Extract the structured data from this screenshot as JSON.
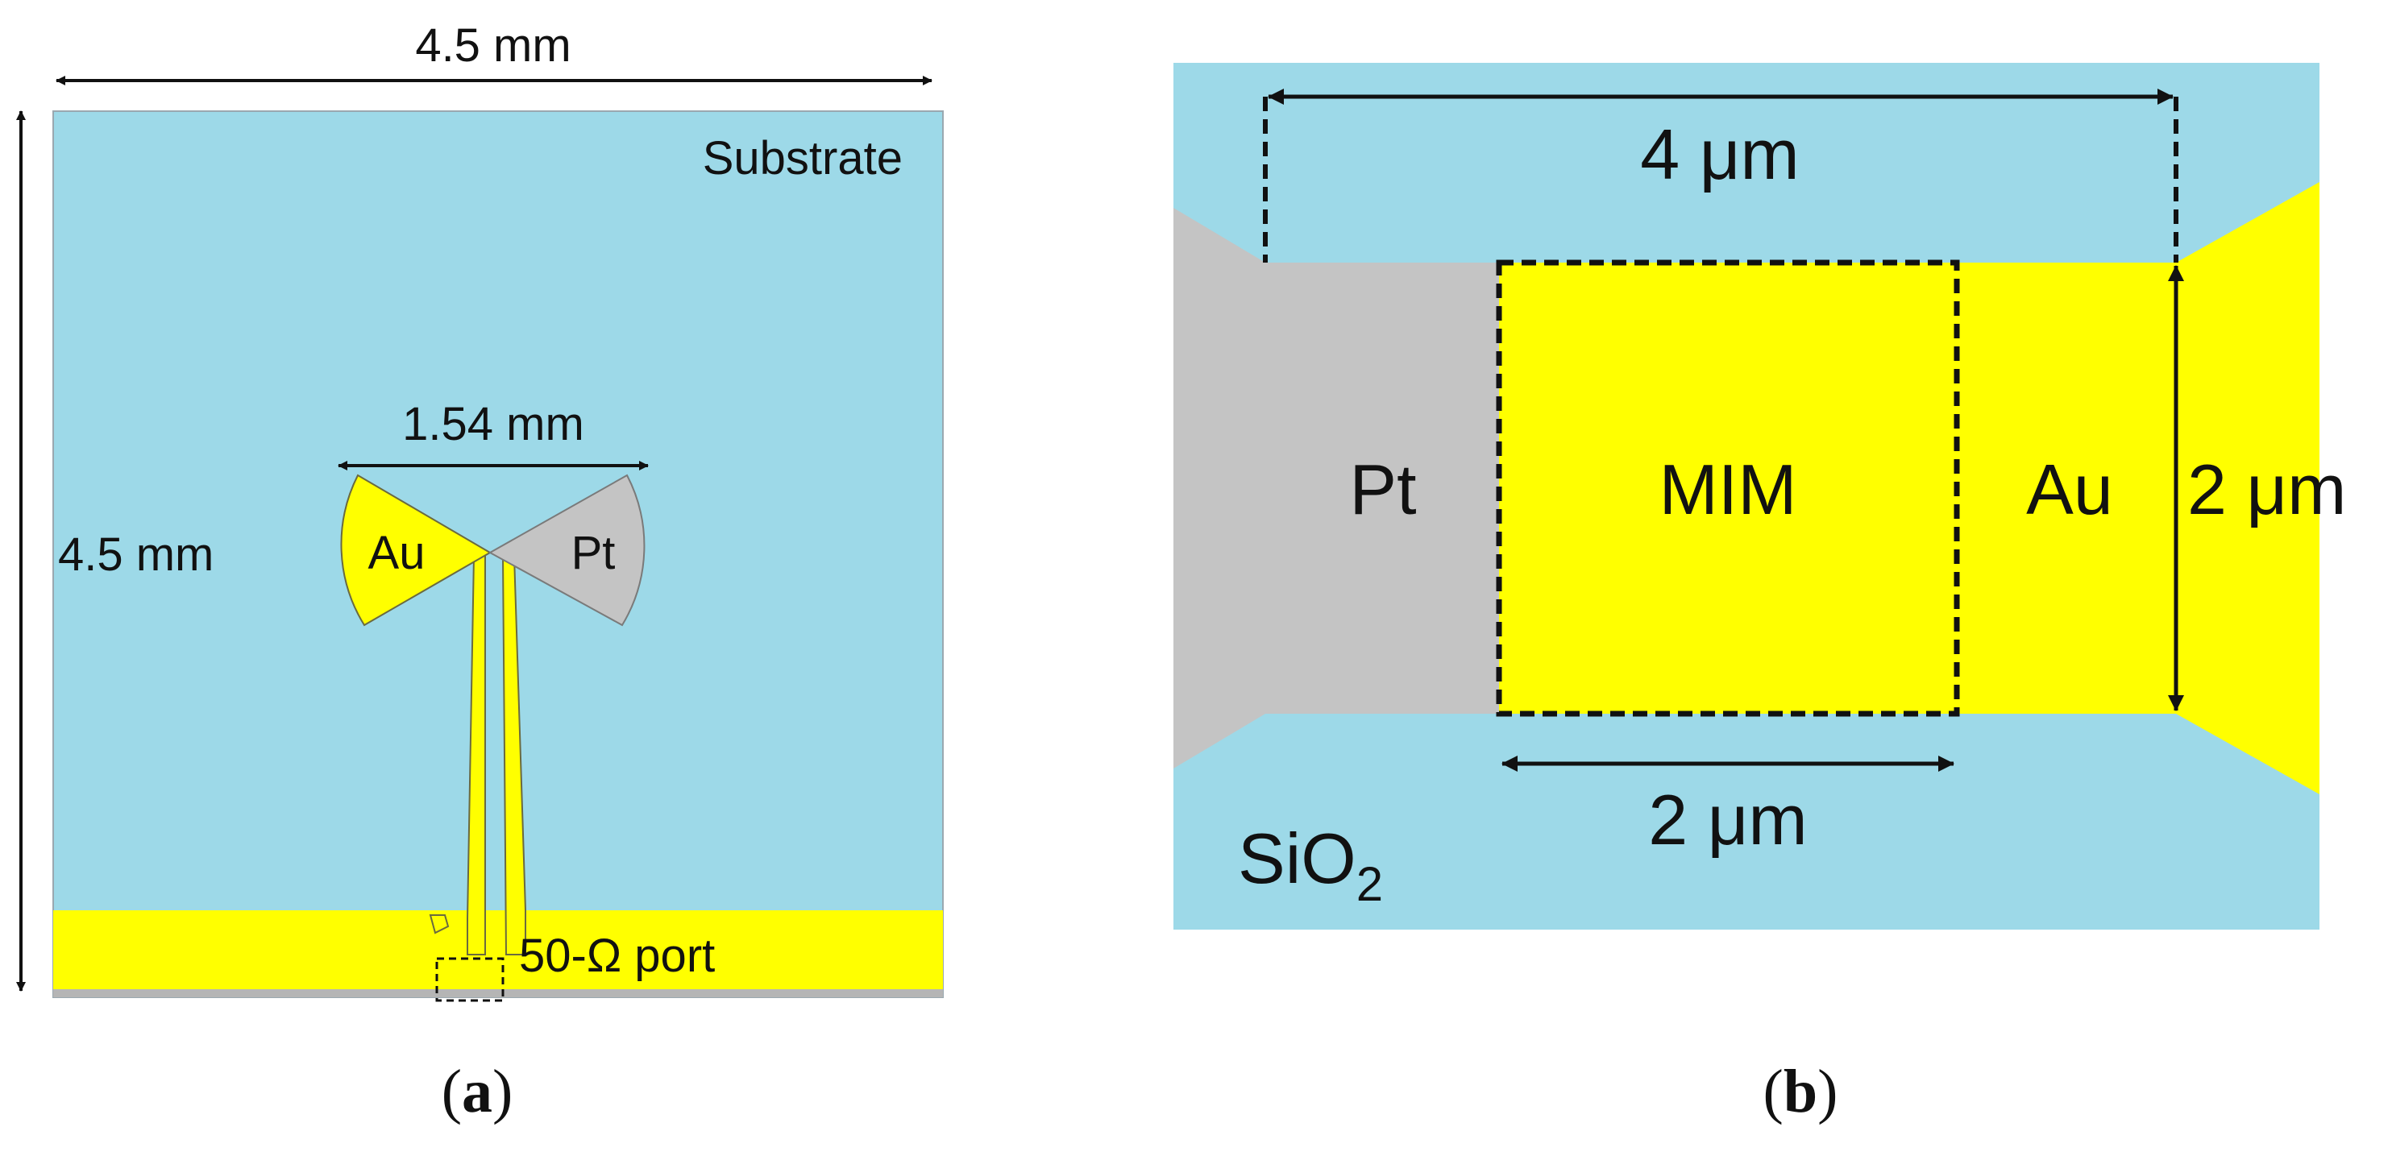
{
  "panel_a": {
    "width_label": "4.5 mm",
    "height_label": "4.5 mm",
    "substrate_label": "Substrate",
    "antenna_span_label": "1.54 mm",
    "left_wing_label": "Au",
    "right_wing_label": "Pt",
    "port_label": "50-Ω port",
    "caption_letter": "a"
  },
  "panel_b": {
    "top_dimension_label": "4 μm",
    "mim_label": "MIM",
    "left_metal_label": "Pt",
    "right_metal_label": "Au",
    "height_label": "2 μm",
    "mim_width_label": "2 μm",
    "substrate_label_base": "SiO",
    "substrate_label_sub": "2",
    "caption_letter": "b"
  },
  "colors": {
    "substrate": "#9dd9e8",
    "gold": "#ffff00",
    "platinum": "#c4c4c4",
    "line": "#111111"
  }
}
